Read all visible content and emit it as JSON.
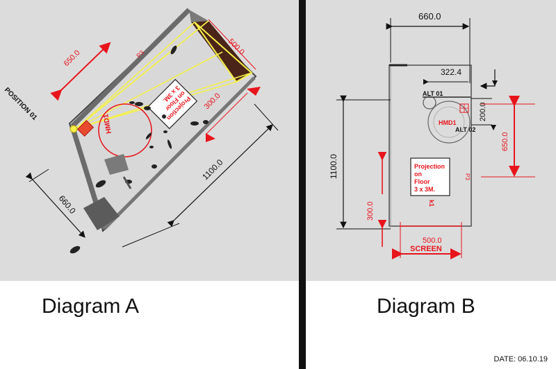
{
  "diagram_a": {
    "caption": "Diagram A",
    "dim_650": "650.0",
    "dim_500": "500.0",
    "dim_300": "300.0",
    "dim_1100": "1100.0",
    "dim_660": "660.0",
    "position_label": "POSITION 01",
    "hmd_label": "HMD1",
    "projection_lines": [
      "Projection",
      "on Floor",
      "3 x 3M."
    ],
    "p3_label": "P3",
    "colors": {
      "dimension": "#e8141c",
      "beam": "#f5f04a",
      "wall": "#6b6b6b",
      "screen": "#4a2418"
    }
  },
  "diagram_b": {
    "caption": "Diagram B",
    "dim_660": "660.0",
    "dim_322": "322.4",
    "dim_200": "200.0",
    "dim_650": "650.0",
    "dim_1100": "1100.0",
    "dim_300": "300.0",
    "dim_500": "500.0",
    "alt01": "ALT 01",
    "alt02": "ALT 02",
    "hmd_label": "HMD1",
    "projection_lines": [
      "Projection",
      "on",
      "Floor",
      "3 x 3M."
    ],
    "k1_label": "k1",
    "p3_label": "P3",
    "screen_label": "SCREEN"
  },
  "date_stamp": "DATE: 06.10.19"
}
